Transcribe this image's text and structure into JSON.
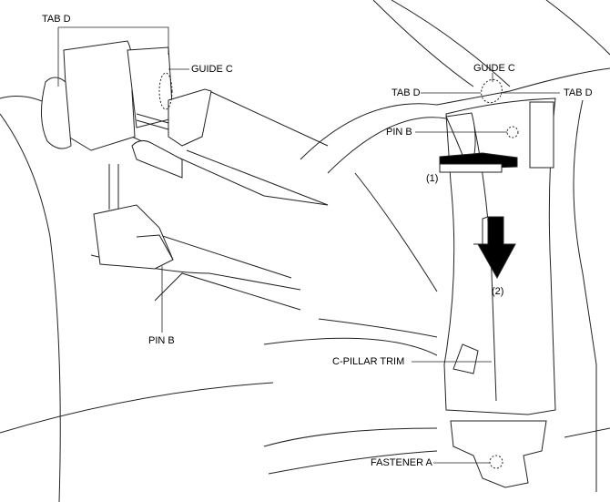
{
  "left_view": {
    "tab_d": "TAB D",
    "guide_c": "GUIDE C",
    "pin_b": "PIN B"
  },
  "right_view": {
    "guide_c": "GUIDE C",
    "tab_d_left": "TAB D",
    "tab_d_right": "TAB D",
    "pin_b": "PIN B",
    "step_1": "(1)",
    "step_2": "(2)",
    "c_pillar_trim": "C-PILLAR TRIM",
    "fastener_a": "FASTENER A"
  }
}
